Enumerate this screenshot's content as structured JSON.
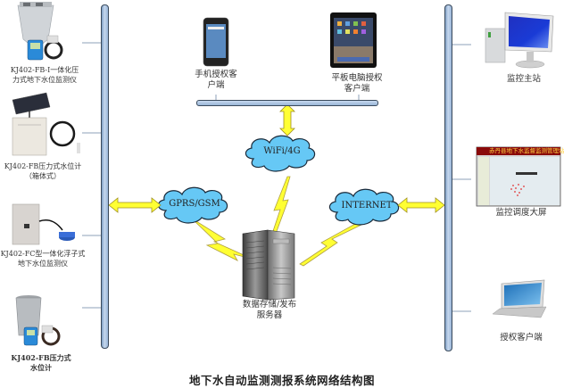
{
  "title": "地下水自动监测测报系统网络结构图",
  "left_devices": [
    {
      "label_line1": "KJ402-FB-I一体化压",
      "label_line2": "力式地下水位监测仪",
      "icon": "conical-monitor-with-handheld-icon"
    },
    {
      "label_line1": "KJ402-FB压力式水位计",
      "label_line2": "（箱体式）",
      "icon": "solar-panel-box-sensor-icon"
    },
    {
      "label_line1": "KJ402-FC型一体化浮子式",
      "label_line2": "地下水位监测仪",
      "icon": "cabinet-float-sensor-icon"
    },
    {
      "label_line1": "KJ402-FB压力式",
      "label_line2": "水位计",
      "icon": "bucket-monitor-with-handheld-icon"
    }
  ],
  "top_devices": [
    {
      "label_line1": "手机授权客",
      "label_line2": "户端",
      "icon": "smartphone-icon"
    },
    {
      "label_line1": "平板电脑授权",
      "label_line2": "客户端",
      "icon": "tablet-icon"
    }
  ],
  "right_devices": [
    {
      "label": "监控主站",
      "icon": "desktop-computer-icon"
    },
    {
      "label": "监控调度大屏",
      "icon": "large-display-screen-icon",
      "screen_header": "赤丹县地下水监督监测管理站"
    },
    {
      "label": "授权客户端",
      "icon": "laptop-icon"
    }
  ],
  "networks": {
    "wifi": "WiFi/4G",
    "gprs": "GPRS/GSM",
    "internet": "INTERNET"
  },
  "server": {
    "label_line1": "数据存储/发布",
    "label_line2": "服务器",
    "icon": "server-tower-icon"
  },
  "colors": {
    "bus": "#9ab6d8",
    "cloud": "#66c8f5",
    "arrow": "#ffff33",
    "lightning": "#ffff33"
  }
}
